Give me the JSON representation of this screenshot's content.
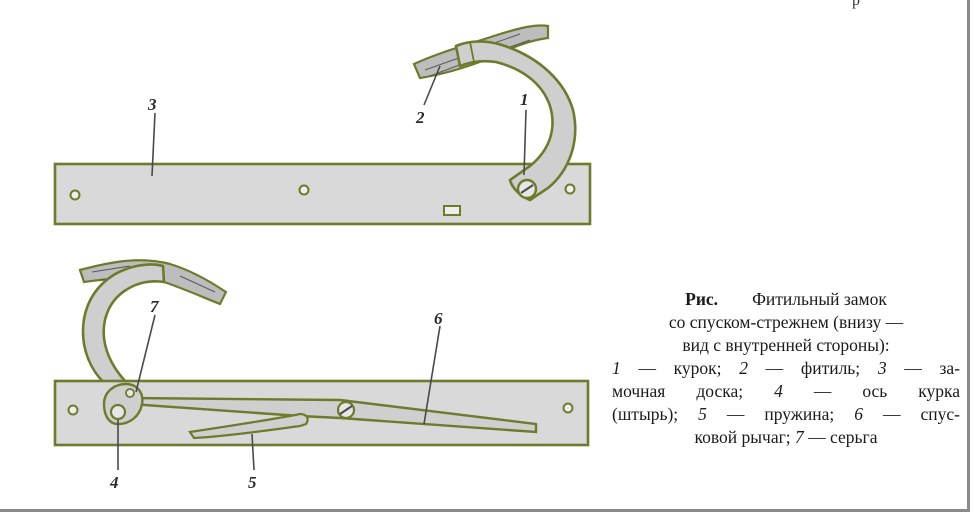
{
  "corner_mark": "р",
  "labels": {
    "hook": "1",
    "wick": "2",
    "lockplate": "3",
    "axis": "4",
    "spring": "5",
    "lever": "6",
    "earring": "7"
  },
  "caption": {
    "head": "Рис.",
    "title": "Фитильный замок",
    "line2": "со спуском-стрежнем (внизу —",
    "line3": "вид с внутренней стороны):",
    "legend": [
      {
        "n": "1",
        "t": " — курок; "
      },
      {
        "n": "2",
        "t": " — фитиль; "
      },
      {
        "n": "3",
        "t": " — за-"
      },
      {
        "n": "",
        "t": "мочная доска; "
      },
      {
        "n": "4",
        "t": " — ось курка"
      },
      {
        "n": "",
        "t": "(штырь); "
      },
      {
        "n": "5",
        "t": " — пружина; "
      },
      {
        "n": "6",
        "t": " — спус-"
      },
      {
        "n": "",
        "t": "ковой рычаг; "
      },
      {
        "n": "7",
        "t": " — серьга"
      }
    ]
  },
  "colors": {
    "plate_fill": "#d9d9d9",
    "outline": "#6e7a2c",
    "wick": "#b8b8b8"
  }
}
